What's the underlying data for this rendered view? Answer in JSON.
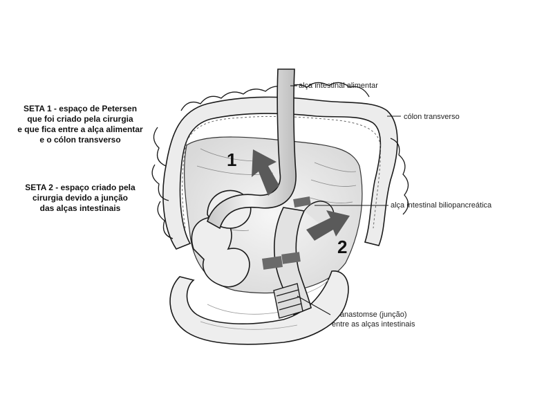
{
  "notes": {
    "seta1": [
      "SETA 1 - espaço de Petersen",
      "que foi criado pela cirurgia",
      "e que fica entre a alça alimentar",
      "e o cólon transverso"
    ],
    "seta2": [
      "SETA 2 - espaço criado pela",
      "cirurgia devido a junção",
      "das alças intestinais"
    ]
  },
  "labels": {
    "alca_alimentar": "alça intestinal alimentar",
    "colon_transverso": "cólon transverso",
    "alca_biliopancreatica": "alça intestinal biliopancreática",
    "anastomose": [
      "anastomse (junção)",
      "entre as alças intestinais"
    ]
  },
  "arrows": {
    "one": "1",
    "two": "2"
  },
  "colors": {
    "arrow": "#5a5a5a",
    "outline": "#1a1a1a",
    "shade": "#cfcfcf"
  }
}
